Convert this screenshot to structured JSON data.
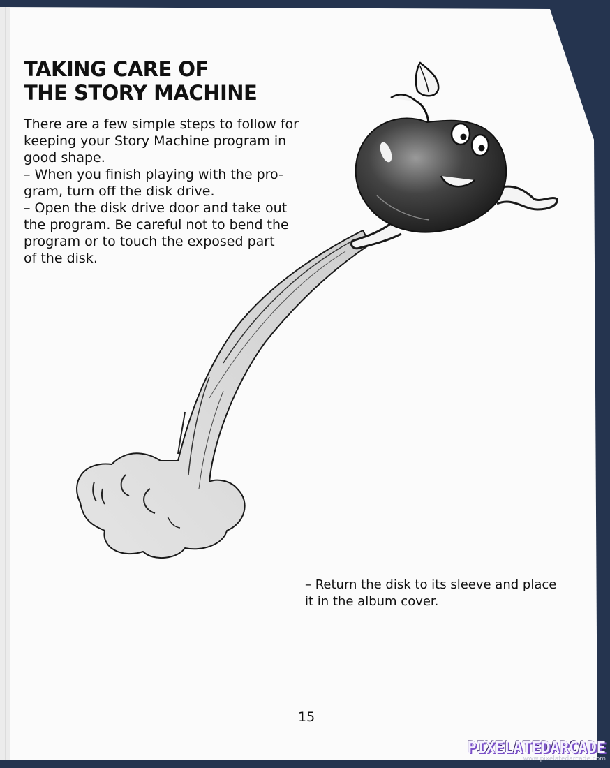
{
  "heading": {
    "line1": "TAKING CARE OF",
    "line2": "THE STORY MACHINE"
  },
  "intro_lines": [
    "There are a few simple steps to follow for",
    "keeping your Story Machine program in",
    "good shape.",
    "– When you finish playing with the pro-",
    "gram, turn off the disk drive.",
    "– Open the disk drive door and take out",
    "the program. Be careful not to bend the",
    "program or to touch the exposed part",
    "of the disk."
  ],
  "return_lines": [
    "– Return the disk to its sleeve and place",
    "it in the album cover."
  ],
  "page_number": "15",
  "illustration": {
    "subject": "running-apple-character-icon"
  },
  "watermark": {
    "brand": "PIXELATEDARCADE",
    "url": "www.pixelatedarcade.com"
  },
  "colors": {
    "background": "#25344f",
    "paper": "#fbfbfb",
    "ink": "#111111",
    "watermark_accent": "#7a4fc8"
  }
}
